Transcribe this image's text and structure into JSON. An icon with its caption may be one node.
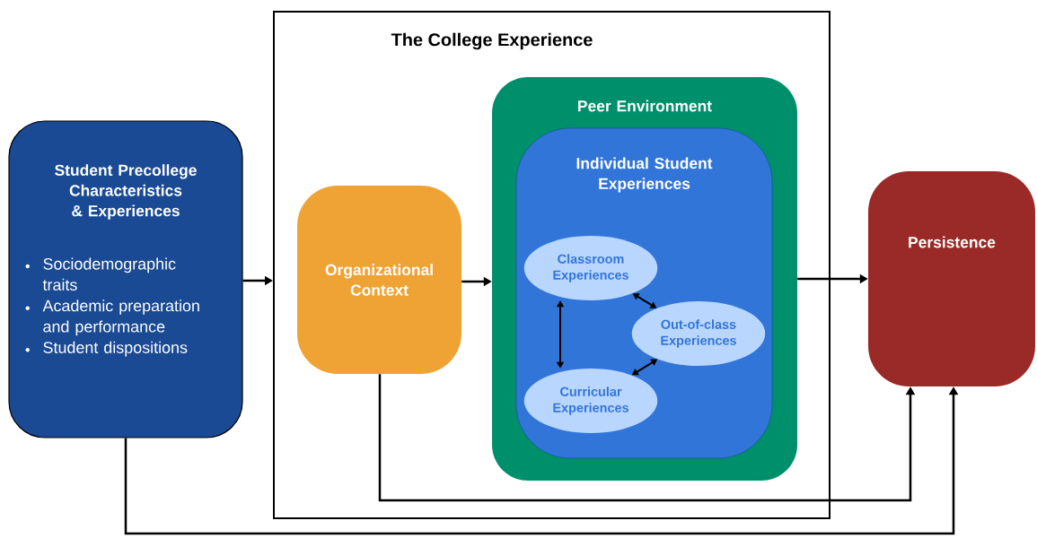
{
  "diagram": {
    "nodes": [
      {
        "text": [
          "Student Precollege Characteristics & Experiences",
          "Sociodemographic traits",
          "Academic preparation and performance",
          "Student dispositions"
        ]
      },
      {
        "text": [
          "The College Experience"
        ]
      },
      {
        "text": [
          "Organizational Context"
        ],
        "in": 1
      },
      {
        "text": [
          "Peer Environment"
        ],
        "in": 1
      },
      {
        "text": [
          "Individual Student Experiences"
        ],
        "in": 3
      },
      {
        "text": [
          "Classroom Experiences"
        ],
        "in": 4
      },
      {
        "text": [
          "Out-of-class Experiences"
        ],
        "in": 4
      },
      {
        "text": [
          "Curricular Experiences"
        ],
        "in": 4
      },
      {
        "text": [
          "Persistence"
        ]
      }
    ],
    "edges": [
      {
        "from": 0,
        "to": 1,
        "arrow": "to"
      },
      {
        "from": 2,
        "to": 3,
        "arrow": "to"
      },
      {
        "from": 3,
        "to": 8,
        "arrow": "to"
      },
      {
        "from": 2,
        "to": 8,
        "arrow": "to"
      },
      {
        "from": 0,
        "to": 8,
        "arrow": "to"
      },
      {
        "from": 5,
        "to": 7,
        "arrow": "both"
      },
      {
        "from": 5,
        "to": 6,
        "arrow": "both"
      },
      {
        "from": 6,
        "to": 7,
        "arrow": "both"
      }
    ]
  }
}
